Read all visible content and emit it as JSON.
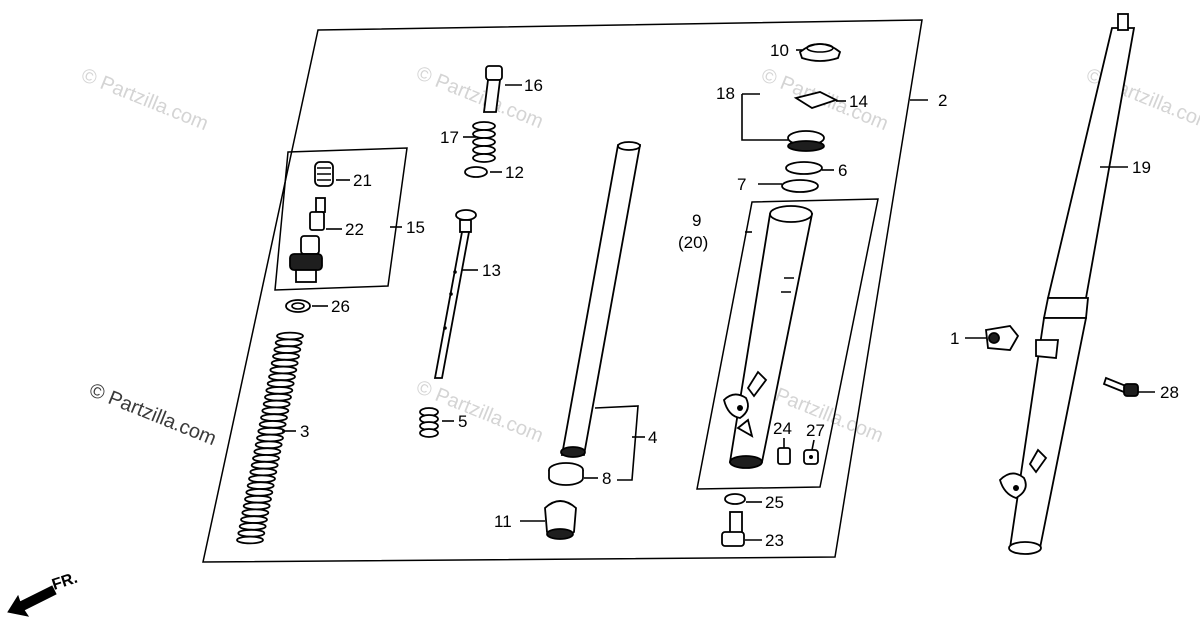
{
  "watermarks": [
    {
      "text": "© Partzilla.com"
    },
    {
      "text": "© Partzilla.com"
    },
    {
      "text": "© Partzilla.com"
    },
    {
      "text": "© Partzilla.com"
    },
    {
      "text": "© Partzilla.com"
    },
    {
      "text": "© Partzilla.com"
    },
    {
      "text": "© Partzilla.com"
    }
  ],
  "callouts": {
    "p1": "1",
    "p2": "2",
    "p3": "3",
    "p4": "4",
    "p5": "5",
    "p6": "6",
    "p7": "7",
    "p8": "8",
    "p9": "9",
    "p9alt": "(20)",
    "p10": "10",
    "p11": "11",
    "p12": "12",
    "p13": "13",
    "p14": "14",
    "p15": "15",
    "p16": "16",
    "p17": "17",
    "p18": "18",
    "p19": "19",
    "p21": "21",
    "p22": "22",
    "p23": "23",
    "p24": "24",
    "p25": "25",
    "p26": "26",
    "p27": "27",
    "p28": "28"
  },
  "direction": {
    "label": "FR."
  }
}
